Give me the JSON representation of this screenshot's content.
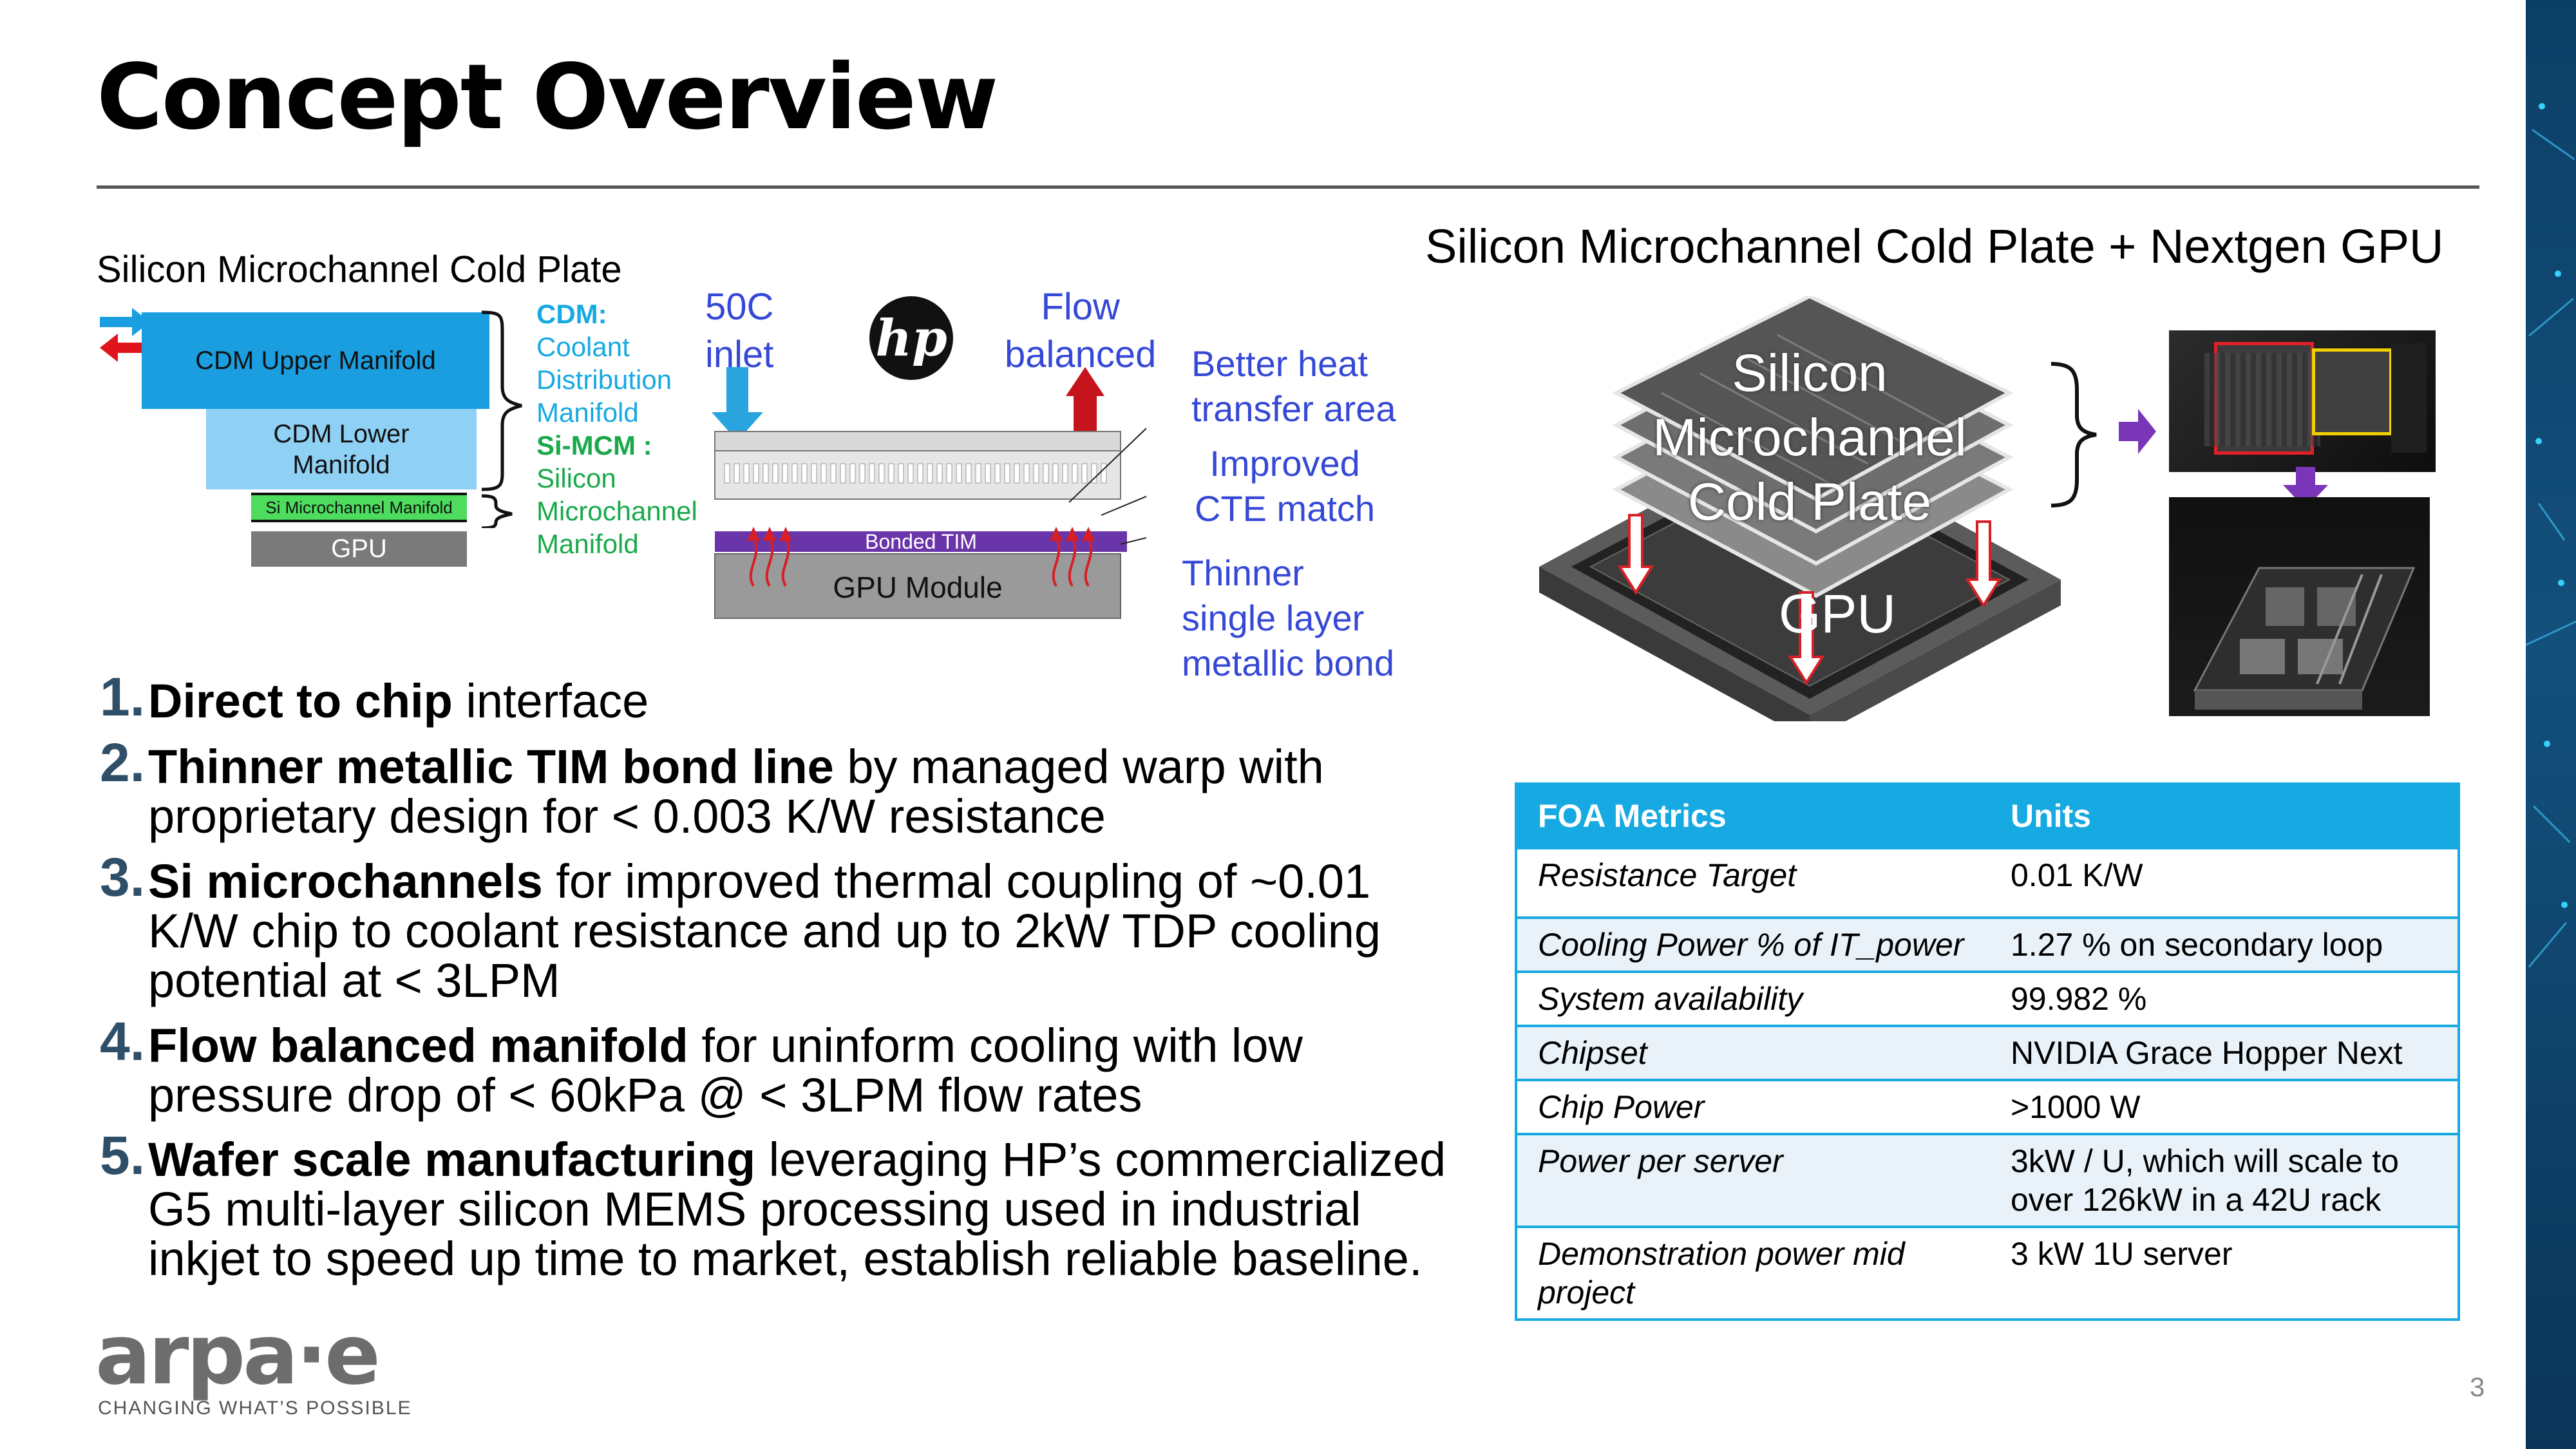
{
  "page": {
    "title": "Concept Overview",
    "page_number": "3"
  },
  "left_diagram": {
    "heading": "Silicon  Microchannel Cold Plate",
    "layers": {
      "upper": "CDM Upper Manifold",
      "lower_line1": "CDM Lower",
      "lower_line2": "Manifold",
      "si": "Si Microchannel Manifold",
      "gpu": "GPU"
    },
    "cdm_label": "CDM:",
    "cdm_lines": [
      "Coolant",
      "Distribution",
      "Manifold"
    ],
    "mcm_label": "Si-MCM :",
    "mcm_lines": [
      "Silicon",
      "Microchannel",
      "Manifold"
    ]
  },
  "center_diagram": {
    "inlet_lines": [
      "50C",
      "inlet"
    ],
    "flow_lines": [
      "Flow",
      "balanced"
    ],
    "bonded_tim": "Bonded TIM",
    "gpu_module": "GPU Module",
    "notes": {
      "heat": [
        "Better  heat",
        "transfer area"
      ],
      "cte": [
        "Improved",
        "CTE match"
      ],
      "thinner": [
        "Thinner",
        "single layer",
        "metallic bond"
      ]
    },
    "colors": {
      "inlet_arrow": "#2aa4de",
      "outlet_arrow": "#c5141b",
      "tim": "#6a35a8",
      "heat_arrows": "#d61f26"
    }
  },
  "right_diagram": {
    "heading": "Silicon Microchannel Cold Plate  +  Nextgen GPU",
    "stack_lines": [
      "Silicon",
      "Microchannel",
      "Cold Plate"
    ],
    "gpu_label": "GPU",
    "arrow_color": "#7a35b8"
  },
  "features": [
    {
      "num": "1.",
      "bold": "Direct to chip",
      "rest": " interface"
    },
    {
      "num": "2.",
      "bold": "Thinner metallic TIM bond line",
      "rest": " by managed warp with proprietary design for < 0.003 K/W resistance"
    },
    {
      "num": "3.",
      "bold": "Si microchannels",
      "rest": " for improved thermal coupling of ~0.01 K/W chip to coolant resistance and up to 2kW TDP cooling potential at < 3LPM"
    },
    {
      "num": "4.",
      "bold": "Flow balanced manifold",
      "rest": " for uninform cooling with low pressure drop of < 60kPa @ < 3LPM flow rates"
    },
    {
      "num": "5.",
      "bold": "Wafer scale manufacturing",
      "rest": " leveraging HP’s commercialized G5 multi-layer silicon MEMS processing used in industrial inkjet to speed up time to market, establish reliable baseline."
    }
  ],
  "table": {
    "headers": [
      "FOA Metrics",
      "Units"
    ],
    "rows": [
      [
        "Resistance Target",
        "0.01 K/W"
      ],
      [
        "Cooling Power % of IT_power",
        "1.27 % on secondary loop"
      ],
      [
        "System availability",
        "99.982 %"
      ],
      [
        "Chipset",
        "NVIDIA Grace Hopper Next"
      ],
      [
        "Chip Power",
        ">1000 W"
      ],
      [
        "Power per server",
        "3kW / U, which will scale to over 126kW in a 42U rack"
      ],
      [
        "Demonstration power mid project",
        "3 kW 1U server"
      ]
    ],
    "header_color": "#17a9e1"
  },
  "logos": {
    "hp": "hp",
    "arpae": "arpa·e",
    "arpae_tagline": "CHANGING WHAT’S POSSIBLE"
  }
}
